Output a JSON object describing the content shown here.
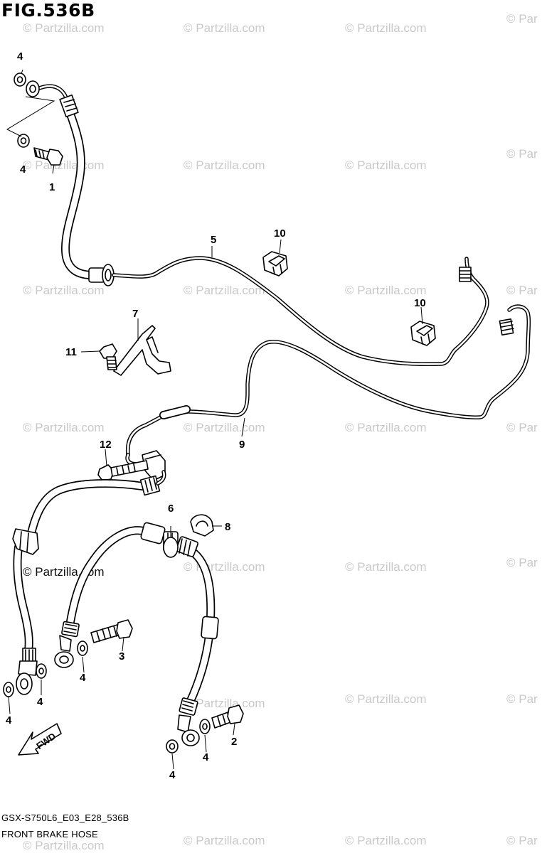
{
  "title": "FIG.536B",
  "footer": {
    "code": "GSX-S750L6_E03_E28_536B",
    "name": "FRONT BRAKE HOSE"
  },
  "watermark": {
    "text": "© Partzilla.com",
    "partial": "© Par"
  },
  "callouts": {
    "c1": "1",
    "c2": "2",
    "c3": "3",
    "c4a": "4",
    "c4b": "4",
    "c4c": "4",
    "c4d": "4",
    "c4e": "4",
    "c4f": "4",
    "c4g": "4",
    "c5": "5",
    "c6": "6",
    "c7": "7",
    "c8": "8",
    "c9": "9",
    "c10a": "10",
    "c10b": "10",
    "c11": "11",
    "c12": "12"
  },
  "fwd_label": "FWD"
}
